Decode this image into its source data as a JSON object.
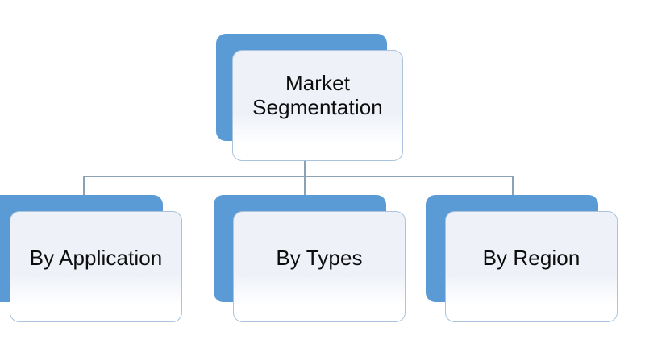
{
  "diagram": {
    "type": "hierarchy-tree",
    "background_color": "#FFFFFF",
    "accent_color": "#5B9BD5",
    "card_fill_color": "#EEF2F8",
    "card_border_color": "#A9C4DC",
    "connector_color": "#8AA2B4",
    "text_color": "#0D0D0D",
    "root": {
      "label": "Market\nSegmentation"
    },
    "children": [
      {
        "label": "By Application"
      },
      {
        "label": "By Types"
      },
      {
        "label": "By Region"
      }
    ]
  }
}
